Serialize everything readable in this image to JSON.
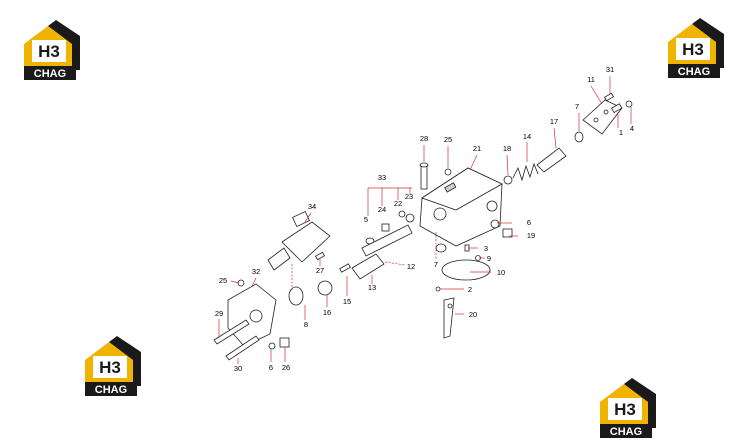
{
  "logos": [
    {
      "id": "logo-top-left",
      "text_top": "H3",
      "text_bottom": "CHAG"
    },
    {
      "id": "logo-top-right",
      "text_top": "H3",
      "text_bottom": "CHAG"
    },
    {
      "id": "logo-bottom-left",
      "text_top": "H3",
      "text_bottom": "CHAG"
    },
    {
      "id": "logo-bottom-right",
      "text_top": "H3",
      "text_bottom": "CHAG"
    }
  ],
  "brand_colors": {
    "logo_yellow": "#f0b400",
    "logo_black": "#1a1a1a",
    "leader_red": "#d03030"
  },
  "parts": [
    "1",
    "2",
    "3",
    "4",
    "5",
    "6",
    "7",
    "8",
    "9",
    "10",
    "11",
    "12",
    "13",
    "14",
    "15",
    "16",
    "17",
    "18",
    "19",
    "20",
    "21",
    "22",
    "23",
    "24",
    "25",
    "26",
    "27",
    "28",
    "29",
    "30",
    "31",
    "32",
    "33",
    "34"
  ],
  "callouts": [
    {
      "n": "31"
    },
    {
      "n": "11"
    },
    {
      "n": "7"
    },
    {
      "n": "1"
    },
    {
      "n": "4"
    },
    {
      "n": "17"
    },
    {
      "n": "14"
    },
    {
      "n": "18"
    },
    {
      "n": "25"
    },
    {
      "n": "28"
    },
    {
      "n": "21"
    },
    {
      "n": "33"
    },
    {
      "n": "22"
    },
    {
      "n": "23"
    },
    {
      "n": "24"
    },
    {
      "n": "5"
    },
    {
      "n": "34"
    },
    {
      "n": "6"
    },
    {
      "n": "19"
    },
    {
      "n": "3"
    },
    {
      "n": "9"
    },
    {
      "n": "7"
    },
    {
      "n": "10"
    },
    {
      "n": "12"
    },
    {
      "n": "27"
    },
    {
      "n": "13"
    },
    {
      "n": "2"
    },
    {
      "n": "15"
    },
    {
      "n": "16"
    },
    {
      "n": "8"
    },
    {
      "n": "25"
    },
    {
      "n": "32"
    },
    {
      "n": "20"
    },
    {
      "n": "29"
    },
    {
      "n": "30"
    },
    {
      "n": "6"
    },
    {
      "n": "26"
    }
  ]
}
